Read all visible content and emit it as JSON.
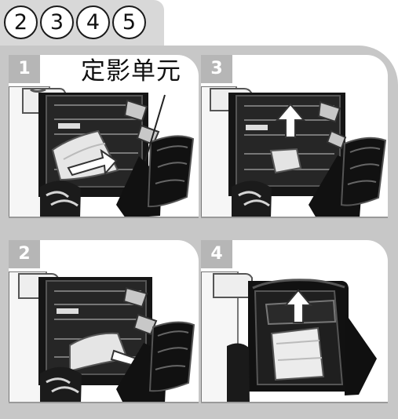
{
  "steps": [
    "2",
    "3",
    "4",
    "5"
  ],
  "panels": [
    {
      "number": "1",
      "label": "定影单元"
    },
    {
      "number": "3"
    },
    {
      "number": "2"
    },
    {
      "number": "4"
    }
  ]
}
